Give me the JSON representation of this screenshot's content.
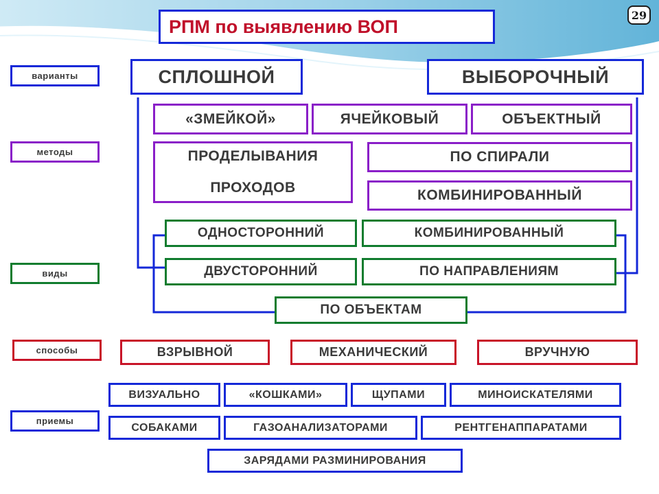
{
  "title": "РПМ по выявлению ВОП",
  "page_number": "29",
  "categories": {
    "variants": "варианты",
    "methods": "методы",
    "types": "виды",
    "ways": "способы",
    "techniques": "приемы"
  },
  "variants": {
    "solid": "СПЛОШНОЙ",
    "selective": "ВЫБОРОЧНЫЙ"
  },
  "methods": {
    "snake": "«ЗМЕЙКОЙ»",
    "cellular": "ЯЧЕЙКОВЫЙ",
    "object": "ОБЪЕКТНЫЙ",
    "passages": "ПРОДЕЛЫВАНИЯ ПРОХОДОВ",
    "spiral": "ПО СПИРАЛИ",
    "combined": "КОМБИНИРОВАННЫЙ"
  },
  "types": {
    "one_sided": "ОДНОСТОРОННИЙ",
    "combined": "КОМБИНИРОВАННЫЙ",
    "two_sided": "ДВУСТОРОННИЙ",
    "by_directions": "ПО НАПРАВЛЕНИЯМ",
    "by_objects": "ПО ОБЪЕКТАМ"
  },
  "ways": {
    "explosive": "ВЗРЫВНОЙ",
    "mechanical": "МЕХАНИЧЕСКИЙ",
    "manual": "ВРУЧНУЮ"
  },
  "techniques": {
    "visual": "ВИЗУАЛЬНО",
    "hooks": "«КОШКАМИ»",
    "probes": "ЩУПАМИ",
    "mine_detectors": "МИНОИСКАТЕЛЯМИ",
    "dogs": "СОБАКАМИ",
    "gas_analyzers": "ГАЗОАНАЛИЗАТОРАМИ",
    "xray": "РЕНТГЕНАППАРАТАМИ",
    "demining_charges": "ЗАРЯДАМИ РАЗМИНИРОВАНИЯ"
  },
  "colors": {
    "variants": "#1428d8",
    "methods": "#8a1ec8",
    "types": "#107c2e",
    "ways": "#c81428",
    "techniques": "#1428d8",
    "title": "#c0102a"
  }
}
